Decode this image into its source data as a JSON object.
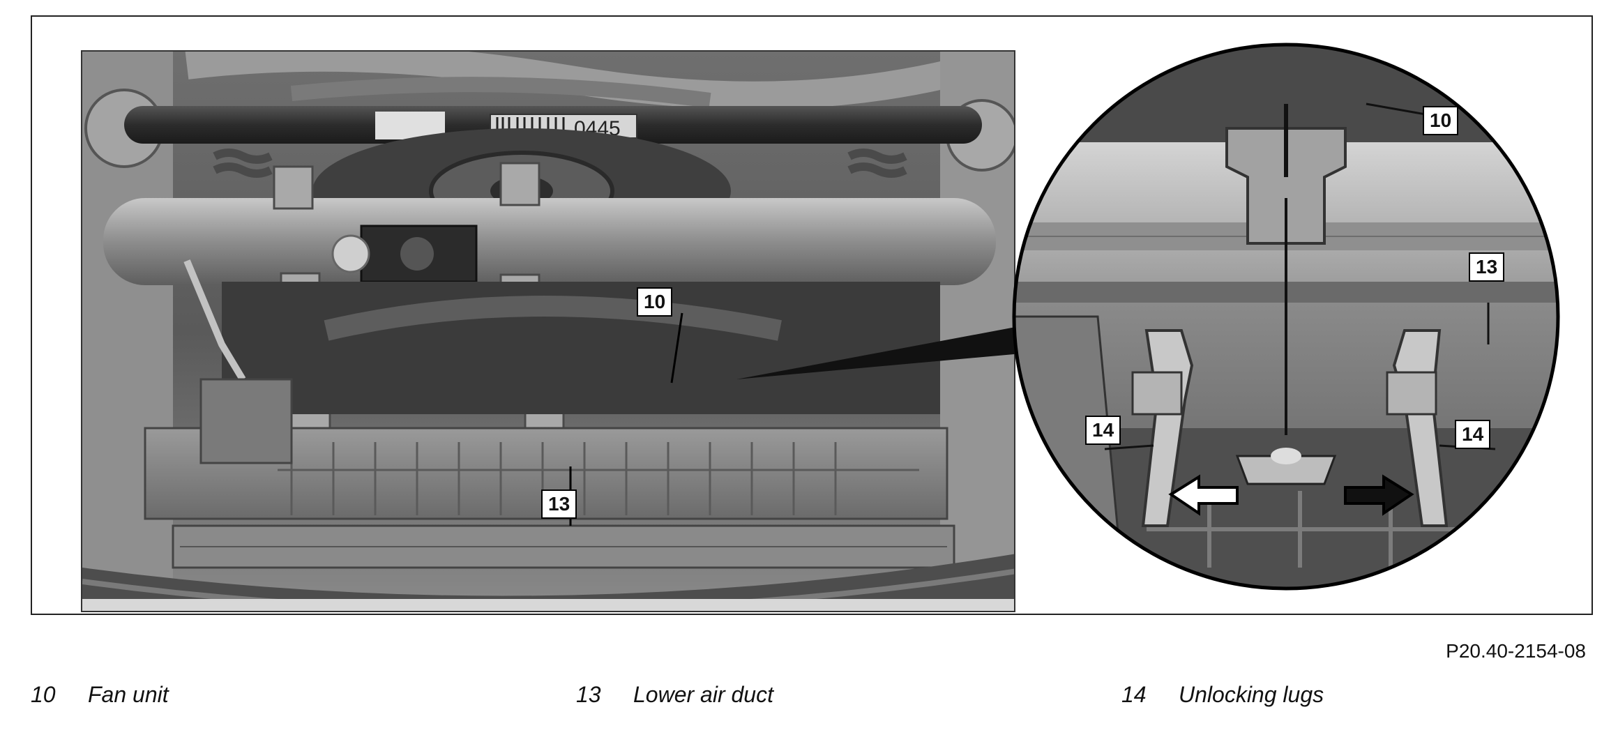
{
  "callouts": {
    "main_10": "10",
    "main_13": "13",
    "detail_10": "10",
    "detail_13": "13",
    "detail_14_left": "14",
    "detail_14_right": "14"
  },
  "barcode_text": "0445",
  "figure_code": "P20.40-2154-08",
  "legend": [
    {
      "number": "10",
      "label": "Fan unit"
    },
    {
      "number": "13",
      "label": "Lower air duct"
    },
    {
      "number": "14",
      "label": "Unlocking lugs"
    }
  ]
}
